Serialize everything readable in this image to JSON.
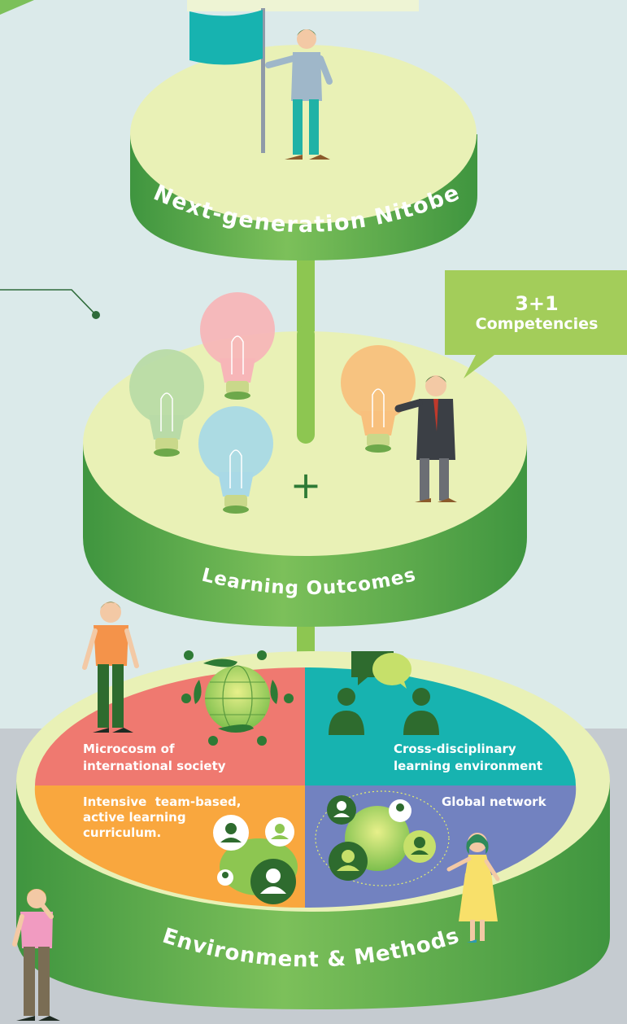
{
  "tiers": {
    "top": {
      "label": "Next-generation Nitobe"
    },
    "middle": {
      "label": "Learning Outcomes",
      "plus": "+"
    },
    "bottom": {
      "label": "Environment & Methods"
    }
  },
  "callout": {
    "number": "3+1",
    "text": "Competencies"
  },
  "quadrants": {
    "q1": {
      "line1": "Microcosm of",
      "line2": "international society"
    },
    "q2": {
      "line1": "Cross-disciplinary",
      "line2": "learning environment"
    },
    "q3": {
      "line1": "Intensive  team-based,",
      "line2": "active learning",
      "line3": "curriculum."
    },
    "q4": {
      "line1": "Global network"
    }
  },
  "colors": {
    "background_top": "#dbeaea",
    "background_bottom": "#c5cbd0",
    "disc_top": "#e9f1b6",
    "cylinder_green": "#4fa84a",
    "callout_green": "#a3cd5a",
    "quadrant_red": "#ef7970",
    "quadrant_teal": "#17b3b0",
    "quadrant_orange": "#f9a73e",
    "quadrant_purple": "#7282c0",
    "bulb_pink": "#f7b6b8",
    "bulb_green": "#b9dba7",
    "bulb_blue": "#a9d9e6",
    "bulb_orange": "#f8c07d"
  },
  "icons": [
    "flag-icon",
    "lightbulb-icon",
    "globe-icon",
    "person-icon",
    "speech-bubble-icon",
    "user-avatar-icon"
  ]
}
